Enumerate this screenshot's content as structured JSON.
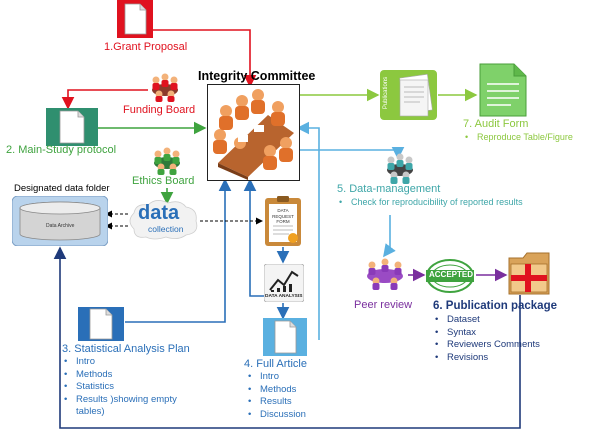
{
  "grant_proposal": {
    "label": "1.Grant Proposal"
  },
  "funding_board": {
    "label": "Funding Board"
  },
  "integrity_committee": {
    "label": "Integrity Committee"
  },
  "publications_icon": {
    "label": "Publications"
  },
  "audit_form": {
    "label": "7. Audit Form",
    "items": [
      "Reproduce Table/Figure"
    ]
  },
  "main_study_protocol": {
    "label": "2. Main-Study protocol"
  },
  "ethics_board": {
    "label": "Ethics Board"
  },
  "data_folder": {
    "label": "Designated data folder",
    "archive_label": "Data Archive"
  },
  "data_collection": {
    "word": "data",
    "sub": "collection"
  },
  "data_request_form": {
    "text": "DATA REQUEST FORM"
  },
  "data_analysis": {
    "text": "DATA ANALYSIS"
  },
  "data_management": {
    "label": "5. Data-management",
    "items": [
      "Check for reproducibility of reported results"
    ]
  },
  "peer_review": {
    "label": "Peer review"
  },
  "accepted_stamp": {
    "text": "ACCEPTED"
  },
  "statistical_analysis_plan": {
    "label": "3. Statistical Analysis Plan",
    "items": [
      "Intro",
      "Methods",
      "Statistics",
      "Results )showing empty",
      "tables)"
    ]
  },
  "full_article": {
    "label": "4. Full Article",
    "items": [
      "Intro",
      "Methods",
      "Results",
      "Discussion"
    ]
  },
  "publication_package": {
    "label": "6. Publication package",
    "items": [
      "Dataset",
      "Syntax",
      "Reviewers Comments",
      "Revisions"
    ]
  },
  "colors": {
    "red": "#e0121f",
    "green": "#3fa33f",
    "lightgreen": "#8cc83f",
    "teal": "#3ea6a8",
    "blue": "#2a6fb8",
    "purple": "#7a2f9e",
    "navy": "#1f3a7a"
  }
}
